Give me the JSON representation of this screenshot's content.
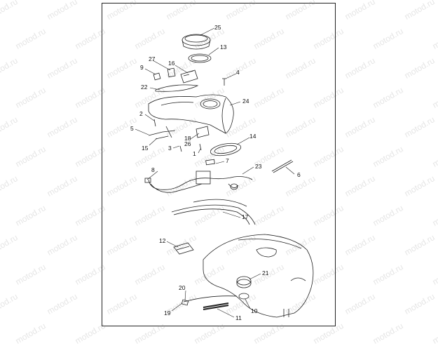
{
  "watermark": "motod.ru",
  "callouts": [
    {
      "id": "c25",
      "label": "25"
    },
    {
      "id": "c13",
      "label": "13"
    },
    {
      "id": "c27",
      "label": "27"
    },
    {
      "id": "c16",
      "label": "16"
    },
    {
      "id": "c9",
      "label": "9"
    },
    {
      "id": "c4",
      "label": "4"
    },
    {
      "id": "c22",
      "label": "22"
    },
    {
      "id": "c24",
      "label": "24"
    },
    {
      "id": "c2",
      "label": "2"
    },
    {
      "id": "c5",
      "label": "5"
    },
    {
      "id": "c18",
      "label": "18"
    },
    {
      "id": "c26",
      "label": "26"
    },
    {
      "id": "c14",
      "label": "14"
    },
    {
      "id": "c15",
      "label": "15"
    },
    {
      "id": "c3",
      "label": "3"
    },
    {
      "id": "c1",
      "label": "1"
    },
    {
      "id": "c7",
      "label": "7"
    },
    {
      "id": "c23",
      "label": "23"
    },
    {
      "id": "c8",
      "label": "8"
    },
    {
      "id": "c6",
      "label": "6"
    },
    {
      "id": "c17",
      "label": "17"
    },
    {
      "id": "c12",
      "label": "12"
    },
    {
      "id": "c21",
      "label": "21"
    },
    {
      "id": "c20",
      "label": "20"
    },
    {
      "id": "c10",
      "label": "10"
    },
    {
      "id": "c19",
      "label": "19"
    },
    {
      "id": "c11",
      "label": "11"
    }
  ]
}
